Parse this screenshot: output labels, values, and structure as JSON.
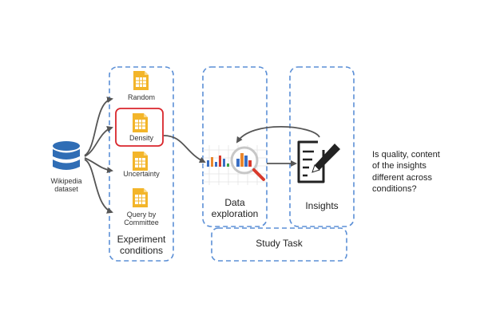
{
  "dataset": {
    "label_lines": [
      "Wikipedia",
      "dataset"
    ]
  },
  "conditions": {
    "items": [
      {
        "label_lines": [
          "Random"
        ],
        "highlighted": false
      },
      {
        "label_lines": [
          "Density"
        ],
        "highlighted": true
      },
      {
        "label_lines": [
          "Uncertainty"
        ],
        "highlighted": false
      },
      {
        "label_lines": [
          "Query by",
          "Committee"
        ],
        "highlighted": false
      }
    ],
    "group_label_lines": [
      "Experiment",
      "conditions"
    ]
  },
  "exploration": {
    "label_lines": [
      "Data",
      "exploration"
    ]
  },
  "insights": {
    "label_lines": [
      "Insights"
    ]
  },
  "study_task": {
    "label": "Study Task"
  },
  "question": {
    "lines": [
      "Is quality, content",
      "of the insights",
      "different across",
      "conditions?"
    ]
  },
  "colors": {
    "dashed_border": "#5b8fd6",
    "database": "#2f6db5",
    "file_icon": "#f3b52a",
    "highlight": "#d9262c",
    "arrow": "#555555",
    "bar_blue": "#3a6fc4",
    "bar_orange": "#e9862c",
    "bar_red": "#d8392b",
    "bar_green": "#3da34a"
  }
}
